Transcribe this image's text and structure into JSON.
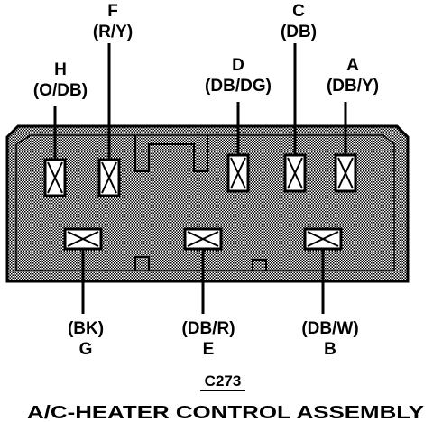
{
  "pins_top": [
    {
      "id": "h",
      "letter": "H",
      "color": "(O/DB)"
    },
    {
      "id": "f",
      "letter": "F",
      "color": "(R/Y)"
    },
    {
      "id": "d",
      "letter": "D",
      "color": "(DB/DG)"
    },
    {
      "id": "c",
      "letter": "C",
      "color": "(DB)"
    },
    {
      "id": "a",
      "letter": "A",
      "color": "(DB/Y)"
    }
  ],
  "pins_bottom": [
    {
      "id": "g",
      "letter": "G",
      "color": "(BK)"
    },
    {
      "id": "e",
      "letter": "E",
      "color": "(DB/R)"
    },
    {
      "id": "b",
      "letter": "B",
      "color": "(DB/W)"
    }
  ],
  "connector_id": "C273",
  "assembly_name": "A/C-HEATER CONTROL ASSEMBLY",
  "colors": {
    "ink": "#000000",
    "fill": "#c8c8c8",
    "background": "#ffffff"
  }
}
